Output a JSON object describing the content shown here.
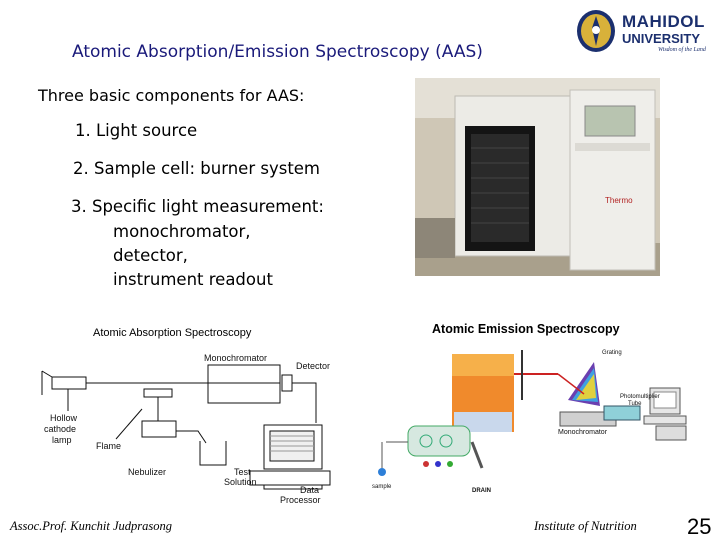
{
  "slide": {
    "title": "Atomic Absorption/Emission Spectroscopy (AAS)",
    "components_heading": "Three basic components for AAS:",
    "items": [
      "1. Light source",
      "2. Sample cell: burner system",
      "3. Specific light measurement:"
    ],
    "sub_items": [
      "monochromator,",
      "detector,",
      "instrument readout"
    ],
    "page_number": "25"
  },
  "logo": {
    "name": "MAHIDOL",
    "line2": "UNIVERSITY",
    "tagline": "Wisdom of the Land"
  },
  "photo": {
    "brand": "Thermo"
  },
  "diagram_absorption": {
    "caption": "Atomic Absorption Spectroscopy",
    "labels": {
      "monochromator": "Monochromator",
      "detector": "Detector",
      "hollow": "Hollow",
      "cathode": "cathode",
      "lamp": "lamp",
      "flame": "Flame",
      "nebulizer": "Nebulizer",
      "test": "Test",
      "solution": "Solution",
      "data": "Data",
      "processor": "Processor"
    }
  },
  "diagram_emission": {
    "caption": "Atomic Emission Spectroscopy",
    "labels": {
      "grating": "Grating",
      "photomultiplier": "Photomultiplier",
      "tube": "Tube",
      "monochromator": "Monochromator",
      "drain": "DRAIN",
      "sample": "sample"
    }
  },
  "footer": {
    "author": "Assoc.Prof. Kunchit Judprasong",
    "institute": "Institute of Nutrition"
  }
}
